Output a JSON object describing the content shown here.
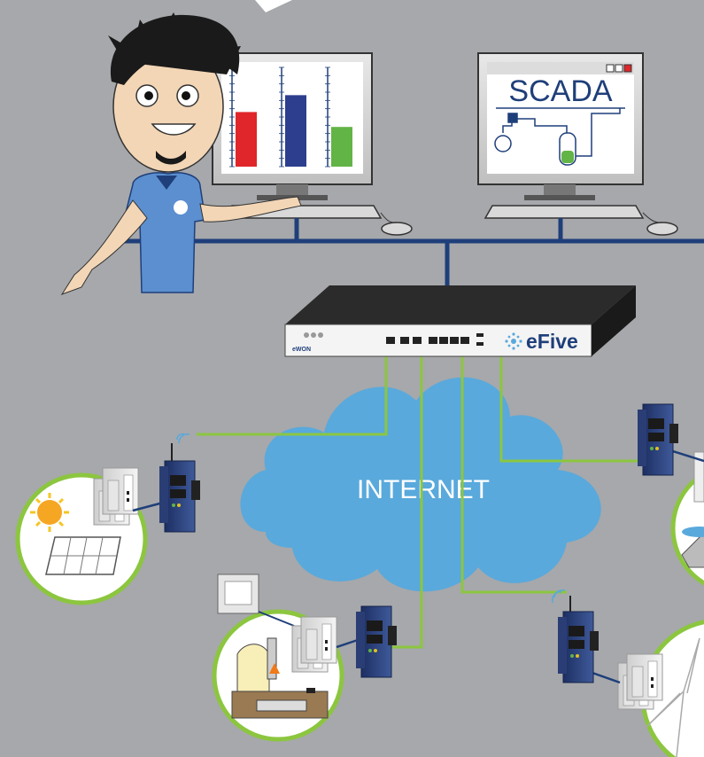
{
  "scada_label": "SCADA",
  "internet_label": "INTERNET",
  "router_brand": "eFive",
  "router_logo": "eWON",
  "chart_bars": [
    {
      "color": "#e0262a",
      "value": 0.55
    },
    {
      "color": "#2d3e8f",
      "value": 0.72
    },
    {
      "color": "#62b446",
      "value": 0.4
    }
  ],
  "colors": {
    "background": "#a6a8ab",
    "bus_line": "#1f3f7a",
    "vpn_link": "#8cc63f",
    "cloud": "#59a9dc",
    "site_ring": "#8cc63f",
    "brand": "#1f3f7a"
  },
  "sites": [
    {
      "name": "solar-site",
      "icon": "solar-panel-icon"
    },
    {
      "name": "oil-tank-site",
      "icon": "fuel-tank-icon"
    },
    {
      "name": "water-site",
      "icon": "water-tank-icon"
    },
    {
      "name": "wind-site",
      "icon": "wind-turbine-icon"
    }
  ]
}
